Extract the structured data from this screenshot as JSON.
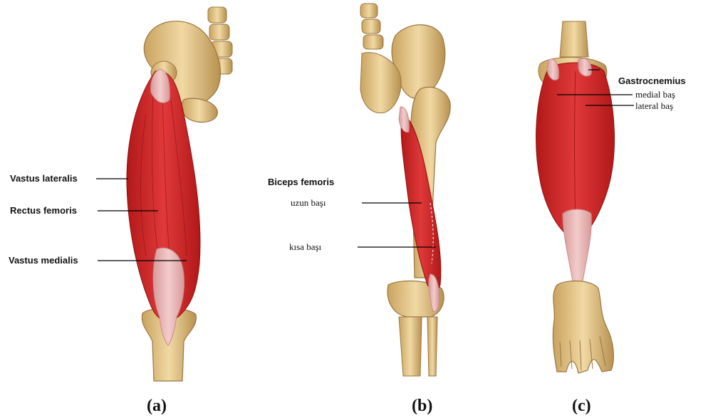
{
  "panels": [
    {
      "caption": "(a)",
      "labels": [
        {
          "text": "Vastus lateralis"
        },
        {
          "text": "Rectus femoris"
        },
        {
          "text": "Vastus medialis"
        }
      ]
    },
    {
      "caption": "(b)",
      "group_title": "Biceps femoris",
      "labels": [
        {
          "text": "uzun başı"
        },
        {
          "text": "kısa başı"
        }
      ]
    },
    {
      "caption": "(c)",
      "group_title": "Gastrocnemius",
      "labels": [
        {
          "text": "medial baş"
        },
        {
          "text": "lateral baş"
        }
      ]
    }
  ],
  "colors": {
    "bone": "#e8c98a",
    "bone_shadow": "#b8914f",
    "muscle": "#d42a2a",
    "muscle_dark": "#a81616",
    "tendon": "#e9b4b4",
    "leader": "#000000"
  }
}
